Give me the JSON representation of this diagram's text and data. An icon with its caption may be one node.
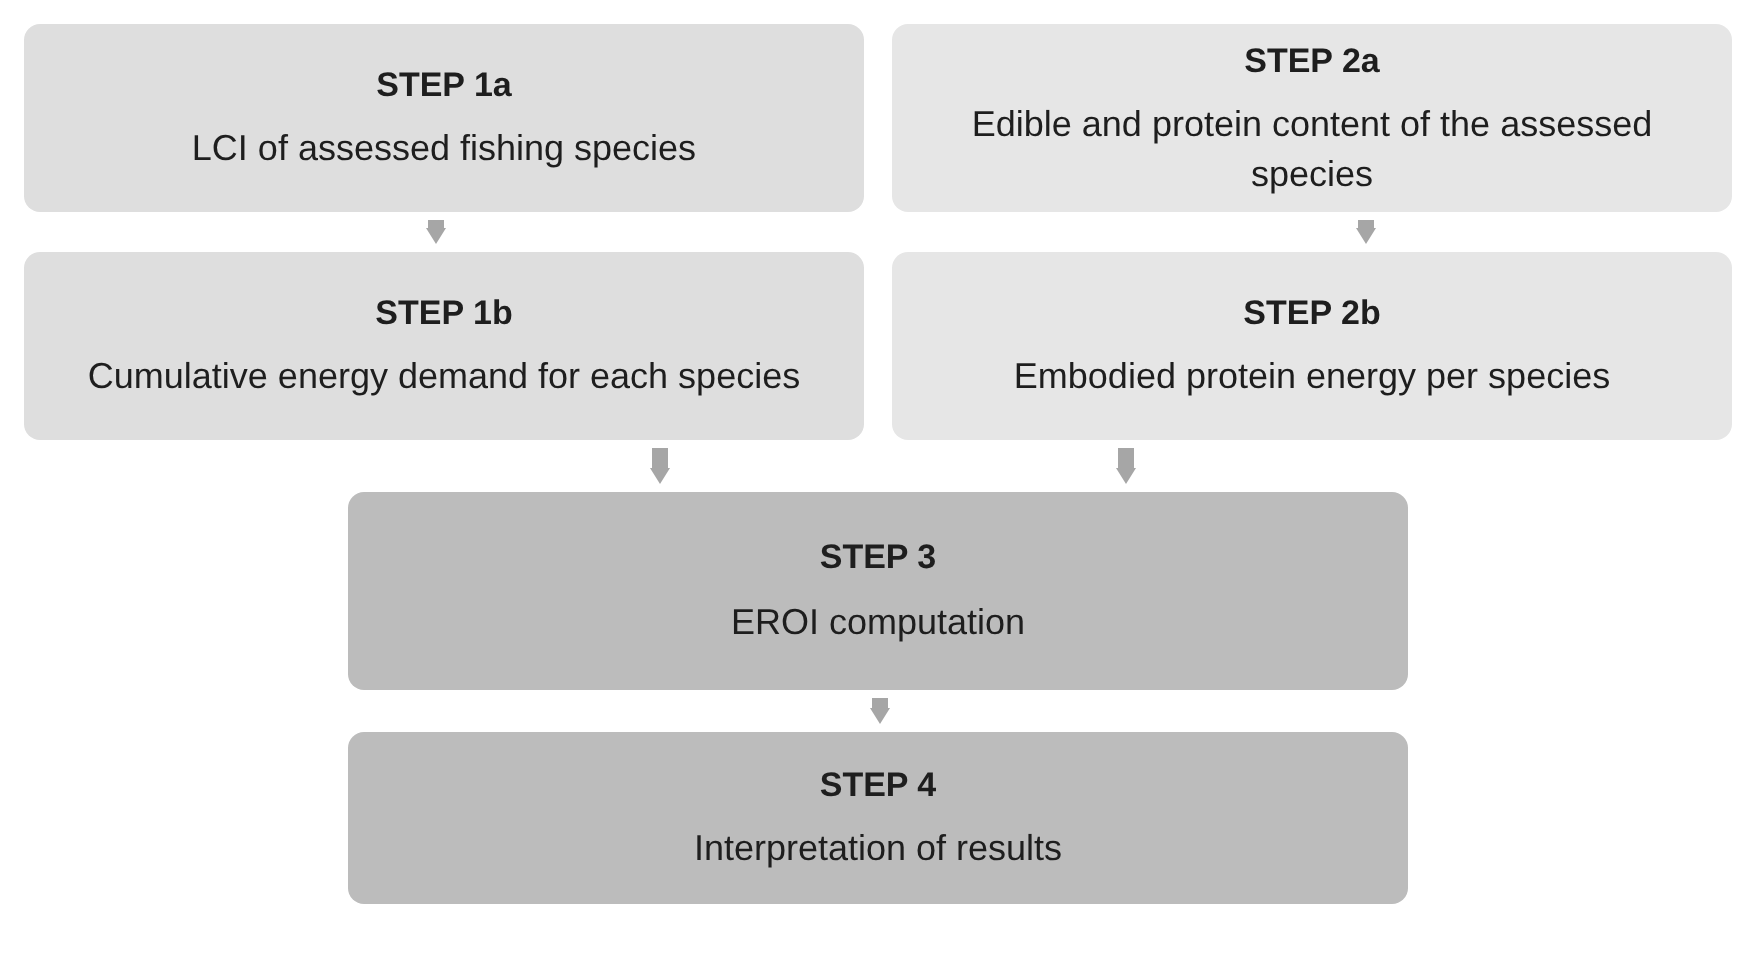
{
  "diagram": {
    "nodes": [
      {
        "text": [
          "STEP 1a",
          "LCI of assessed fishing species"
        ]
      },
      {
        "text": [
          "STEP 1b",
          "Cumulative energy demand for each species"
        ]
      },
      {
        "text": [
          "STEP 2a",
          "Edible and protein content of the assessed species"
        ]
      },
      {
        "text": [
          "STEP 2b",
          "Embodied protein energy per species"
        ]
      },
      {
        "text": [
          "STEP 3",
          "EROI computation"
        ]
      },
      {
        "text": [
          "STEP 4",
          "Interpretation of results"
        ]
      }
    ],
    "edges": [
      {
        "from": 0,
        "to": 1,
        "arrow": "to"
      },
      {
        "from": 2,
        "to": 3,
        "arrow": "to"
      },
      {
        "from": 1,
        "to": 4,
        "arrow": "to"
      },
      {
        "from": 3,
        "to": 4,
        "arrow": "to"
      },
      {
        "from": 4,
        "to": 5,
        "arrow": "to"
      }
    ]
  }
}
